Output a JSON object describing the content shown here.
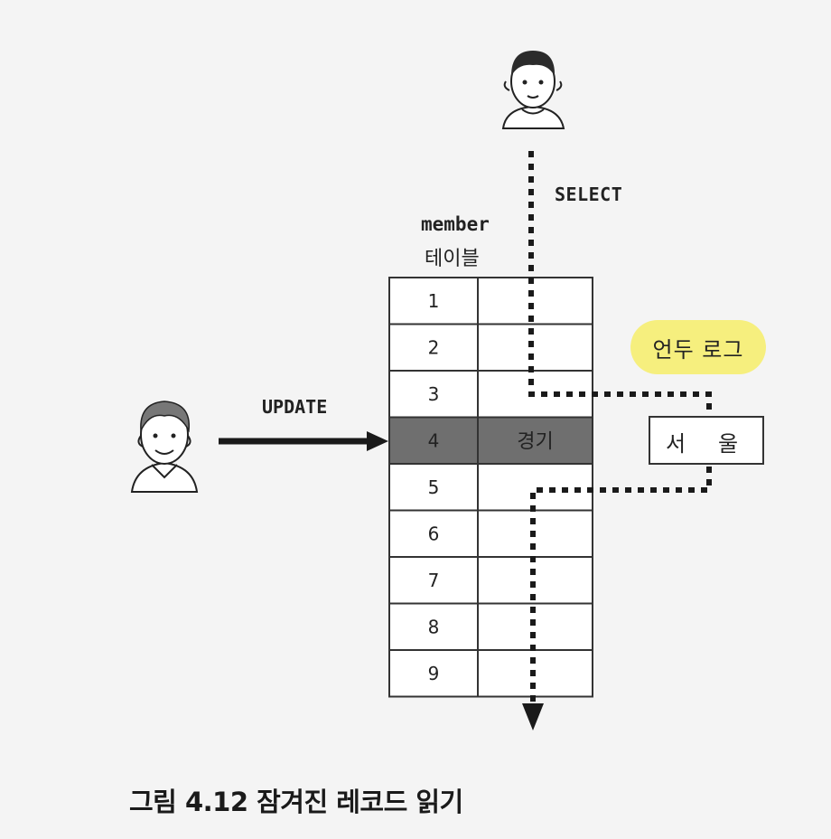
{
  "operations": {
    "select_label": "SELECT",
    "update_label": "UPDATE"
  },
  "table": {
    "name": "member",
    "name_suffix": "테이블",
    "rows": [
      {
        "id": "1",
        "value": ""
      },
      {
        "id": "2",
        "value": ""
      },
      {
        "id": "3",
        "value": ""
      },
      {
        "id": "4",
        "value": "경기",
        "locked": true
      },
      {
        "id": "5",
        "value": ""
      },
      {
        "id": "6",
        "value": ""
      },
      {
        "id": "7",
        "value": ""
      },
      {
        "id": "8",
        "value": ""
      },
      {
        "id": "9",
        "value": ""
      }
    ]
  },
  "undo_log": {
    "label": "언두 로그",
    "value_char1": "서",
    "value_char2": "울"
  },
  "caption": "그림 4.12 잠겨진 레코드 읽기",
  "colors": {
    "locked_row_fill": "#6f6f6f",
    "undo_highlight": "#f6ef7e",
    "arrow": "#1a1a1a",
    "grid": "#333333"
  }
}
